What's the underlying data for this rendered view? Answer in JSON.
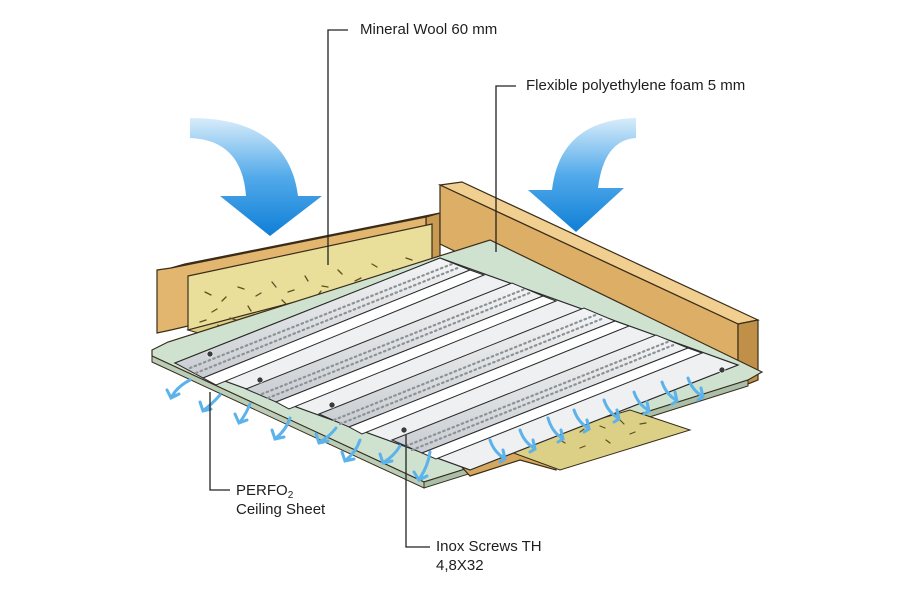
{
  "labels": {
    "mineral_wool": "Mineral Wool 60 mm",
    "foam": "Flexible polyethylene foam 5 mm",
    "perfo_main": "PERFO",
    "perfo_sub": "2",
    "perfo_line2": "Ceiling Sheet",
    "screws_line1": "Inox Screws TH",
    "screws_line2": "4,8X32"
  },
  "colors": {
    "wood": "#e0b86e",
    "wood_front": "#ecca88",
    "mineral_wool": "#e9df9a",
    "foam": "#cfe2cf",
    "sheet": "#e2e4e6",
    "airflow_arrow": "#1f8ee0",
    "outflow_arrow": "#5cb2ea",
    "leader_line": "#222222"
  },
  "icons": {
    "inflow": "curved-arrow-down-icon",
    "outflow": "small-curved-arrow-icon"
  }
}
